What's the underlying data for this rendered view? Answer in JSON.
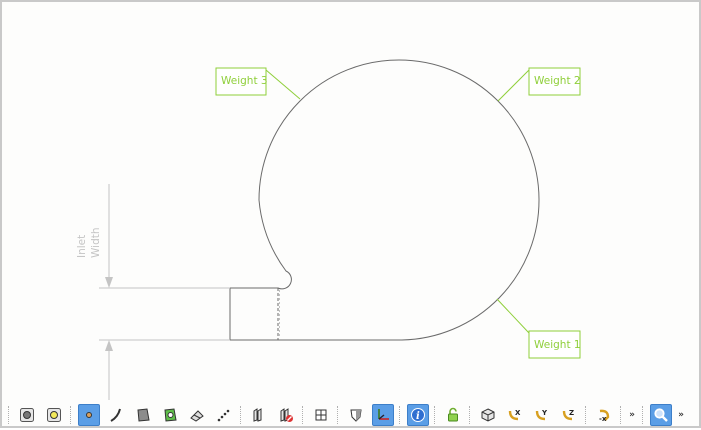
{
  "viewport": {
    "weights": [
      {
        "label": "Weight 3"
      },
      {
        "label": "Weight 2"
      },
      {
        "label": "Weight 1"
      }
    ],
    "dimension": {
      "line1": "Inlet",
      "line2": "Width"
    }
  },
  "colors": {
    "weight_label": "#8fcf3a",
    "curve": "#6a6a6a",
    "dimension": "#c4c4c4",
    "active_tool": "#5b9ee6"
  },
  "toolbar": {
    "more_label": "»",
    "tools": [
      "point-view-icon",
      "point-display-icon",
      "vertex-select-icon",
      "edge-select-icon",
      "face-select-icon",
      "face-color-icon",
      "surface-icon",
      "mesh-points-icon",
      "sketch-slice-icon",
      "delete-slice-icon",
      "split-icon",
      "shield-icon",
      "axis-icon",
      "info-icon",
      "lock-icon",
      "view-cube-icon",
      "rotate-x-icon",
      "rotate-y-icon",
      "rotate-z-icon",
      "rotate-neg-x-icon",
      "zoom-icon"
    ]
  }
}
